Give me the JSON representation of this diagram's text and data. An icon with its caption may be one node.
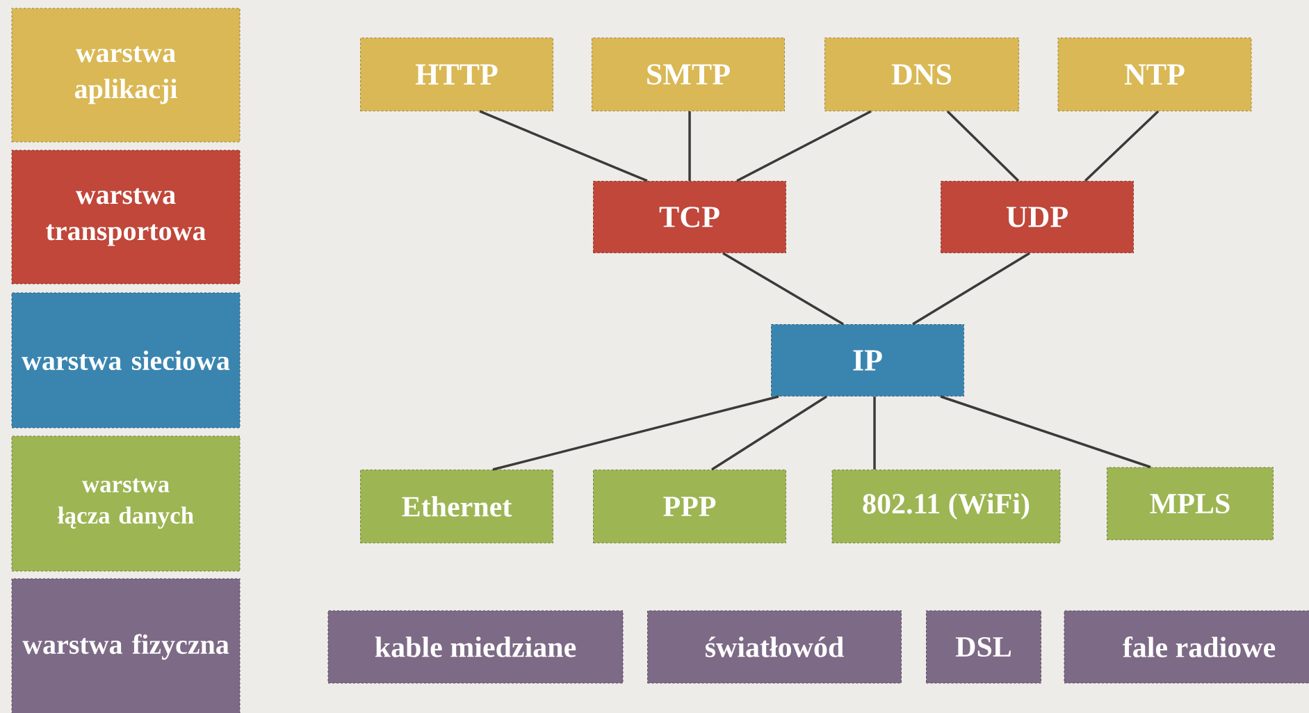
{
  "diagram": {
    "nodes": [
      {
        "text": [
          "warstwa aplikacji"
        ]
      },
      {
        "text": [
          "warstwa transportowa"
        ]
      },
      {
        "text": [
          "warstwa sieciowa"
        ]
      },
      {
        "text": [
          "warstwa łącza danych"
        ]
      },
      {
        "text": [
          "warstwa fizyczna"
        ]
      },
      {
        "text": [
          "HTTP"
        ]
      },
      {
        "text": [
          "SMTP"
        ]
      },
      {
        "text": [
          "DNS"
        ]
      },
      {
        "text": [
          "NTP"
        ]
      },
      {
        "text": [
          "TCP"
        ]
      },
      {
        "text": [
          "UDP"
        ]
      },
      {
        "text": [
          "IP"
        ]
      },
      {
        "text": [
          "Ethernet"
        ]
      },
      {
        "text": [
          "PPP"
        ]
      },
      {
        "text": [
          "802.11 (WiFi)"
        ]
      },
      {
        "text": [
          "MPLS"
        ]
      },
      {
        "text": [
          "kable miedziane"
        ]
      },
      {
        "text": [
          "światłowód"
        ]
      },
      {
        "text": [
          "DSL"
        ]
      },
      {
        "text": [
          "fale radiowe"
        ]
      }
    ],
    "edges": [
      {
        "from": 5,
        "to": 9,
        "arrow": "none"
      },
      {
        "from": 6,
        "to": 9,
        "arrow": "none"
      },
      {
        "from": 7,
        "to": 9,
        "arrow": "none"
      },
      {
        "from": 7,
        "to": 10,
        "arrow": "none"
      },
      {
        "from": 8,
        "to": 10,
        "arrow": "none"
      },
      {
        "from": 9,
        "to": 11,
        "arrow": "none"
      },
      {
        "from": 10,
        "to": 11,
        "arrow": "none"
      },
      {
        "from": 11,
        "to": 12,
        "arrow": "none"
      },
      {
        "from": 11,
        "to": 13,
        "arrow": "none"
      },
      {
        "from": 11,
        "to": 14,
        "arrow": "none"
      },
      {
        "from": 11,
        "to": 15,
        "arrow": "none"
      }
    ]
  }
}
